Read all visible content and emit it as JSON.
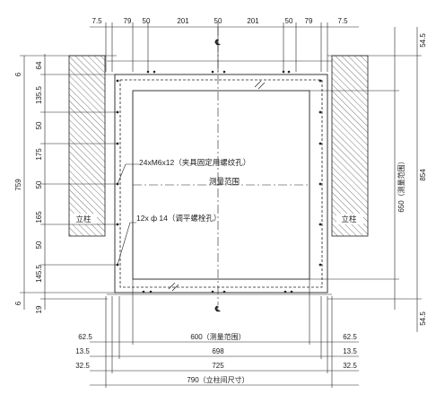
{
  "top_dims": {
    "d1": "7.5",
    "d2": "79",
    "d3": "50",
    "d4": "201",
    "d5": "50",
    "d6": "201",
    "d7": "50",
    "d8": "79",
    "d9": "7.5",
    "cl_top": "℄"
  },
  "left_dims": {
    "l6a": "6",
    "l64": "64",
    "l135": "135.5",
    "l50a": "50",
    "l175": "175",
    "l50b": "50",
    "l165": "165",
    "l50c": "50",
    "l145": "145.5",
    "l6b": "6",
    "l19": "19",
    "l759": "759"
  },
  "right_dims": {
    "r545a": "54.5",
    "r854": "854",
    "r650": "650（测量范围）",
    "r545b": "54.5"
  },
  "bottom_dims": {
    "b625L": "62.5",
    "b600": "600（测量范围）",
    "b625R": "62.5",
    "b135L": "13.5",
    "b698": "698",
    "b135R": "13.5",
    "b325L": "32.5",
    "b725": "725",
    "b325R": "32.5",
    "b790": "790（立柱间尺寸）",
    "cl_bottom": "℄"
  },
  "labels": {
    "holes24": "24xM6x12（夹具固定用螺纹孔）",
    "holes12": "12x ф 14（调平螺栓孔）",
    "measure": "测量范围",
    "pillar_left": "立柱",
    "pillar_right": "立柱"
  },
  "colors": {
    "line": "#222222",
    "hatch": "#555555",
    "pillar_fill": "#ffffff"
  }
}
